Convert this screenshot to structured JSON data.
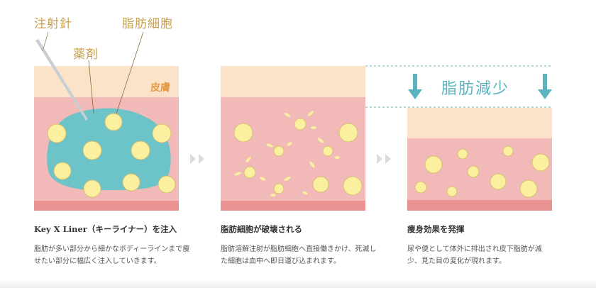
{
  "labels": {
    "needle": "注射針",
    "fat_cell": "脂肪細胞",
    "drug": "薬剤",
    "skin": "皮膚",
    "fat_reduction": "脂肪減少"
  },
  "steps": [
    {
      "title": "Key X Liner（キーライナー）を注入",
      "desc": "脂肪が多い部分から細かなボディーラインまで痩せたい部分に幅広く注入していきます。"
    },
    {
      "title": "脂肪細胞が破壊される",
      "desc": "脂肪溶解注射が脂肪細胞へ直接働きかけ、死滅した細胞は血中へ即日運び込まれます。"
    },
    {
      "title": "痩身効果を発揮",
      "desc": "尿や便として体外に排出され皮下脂肪が減少、見た目の変化が現れます。"
    }
  ],
  "colors": {
    "skin": "#fbe3c9",
    "fat": "#f1b9b7",
    "bottom": "#e89291",
    "cell": "#faf0a0",
    "drug": "#6cc3c8",
    "accent": "#5ab4bf"
  }
}
